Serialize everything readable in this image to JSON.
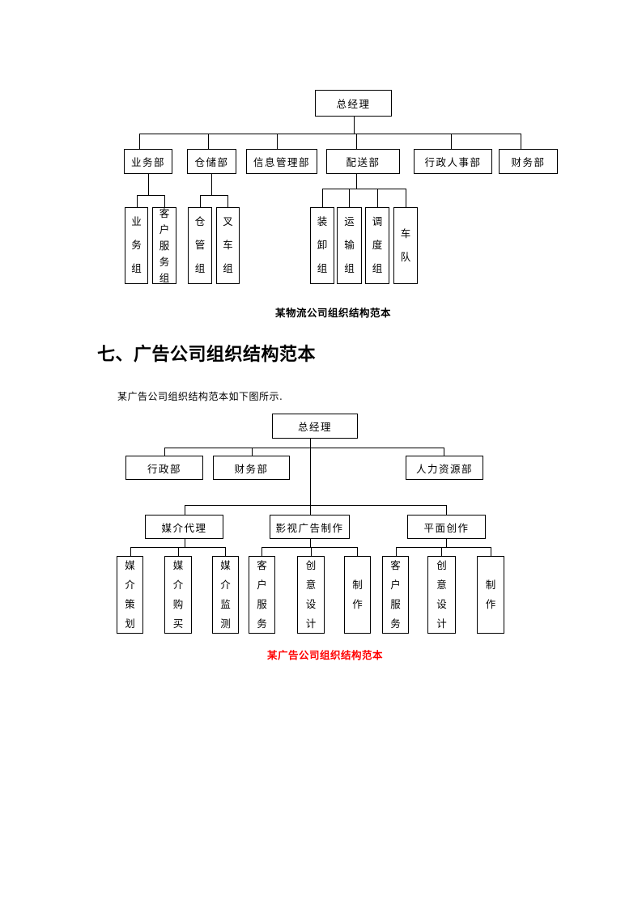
{
  "colors": {
    "line": "#000000",
    "text": "#000000",
    "caption_advertising": "#ff0000",
    "page_background": "#ffffff"
  },
  "chart1": {
    "caption": "某物流公司组织结构范本",
    "root": "总经理",
    "departments": [
      "业务部",
      "仓储部",
      "信息管理部",
      "配送部",
      "行政人事部",
      "财务部"
    ],
    "teams": {
      "yewu": [
        "业务组",
        "客户服务组"
      ],
      "cangchu": [
        "仓管组",
        "叉车组"
      ],
      "peisong": [
        "装卸组",
        "运输组",
        "调度组",
        "车队"
      ]
    }
  },
  "section": {
    "heading": "七、广告公司组织结构范本",
    "intro": "某广告公司组织结构范本如下图所示."
  },
  "chart2": {
    "caption": "某广告公司组织结构范本",
    "root": "总经理",
    "departments": [
      "行政部",
      "财务部",
      "人力资源部"
    ],
    "divisions": [
      "媒介代理",
      "影视广告制作",
      "平面创作"
    ],
    "teams": {
      "media": [
        "媒介策划",
        "媒介购买",
        "媒介监测"
      ],
      "video": [
        "客户服务",
        "创意设计",
        "制作"
      ],
      "print": [
        "客户服务",
        "创意设计",
        "制作"
      ]
    }
  }
}
